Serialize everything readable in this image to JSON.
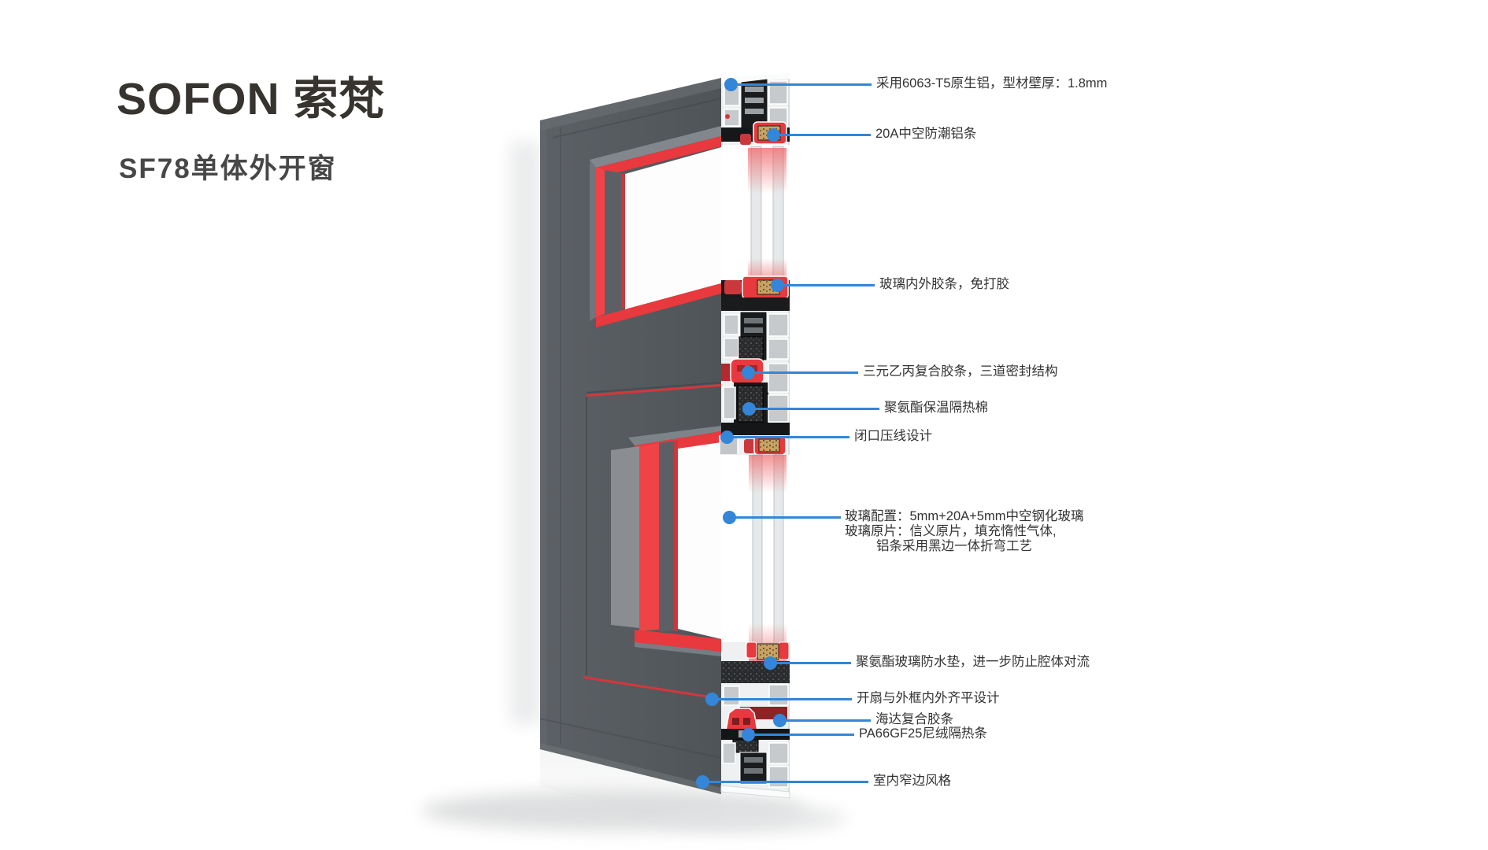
{
  "brand": {
    "logo": "SOFON 索梵",
    "product_title": "SF78单体外开窗"
  },
  "colors": {
    "callout_blue": "#3386d8",
    "frame_gray": "#565b60",
    "gasket_red": "#e8393e",
    "aluminum_gray": "#c6cacd",
    "insulation_gold": "#c8a263"
  },
  "callouts": [
    {
      "id": "aluminum-material",
      "label": "采用6063-T5原生铝，型材壁厚：1.8mm"
    },
    {
      "id": "spacer-bar",
      "label": "20A中空防潮铝条"
    },
    {
      "id": "glazing-gaskets",
      "label": "玻璃内外胶条，免打胶"
    },
    {
      "id": "epdm-seals",
      "label": "三元乙丙复合胶条，三道密封结构"
    },
    {
      "id": "pu-insulation-foam",
      "label": "聚氨酯保温隔热棉"
    },
    {
      "id": "closed-bead-design",
      "label": "闭口压线设计"
    },
    {
      "id": "glass-config",
      "lines": [
        "玻璃配置：5mm+20A+5mm中空钢化玻璃",
        "玻璃原片：信义原片，填充惰性气体,",
        "铝条采用黑边一体折弯工艺"
      ]
    },
    {
      "id": "pu-waterproof-pad",
      "label": "聚氨酯玻璃防水垫，进一步防止腔体对流"
    },
    {
      "id": "flush-design",
      "label": "开扇与外框内外齐平设计"
    },
    {
      "id": "haida-gasket",
      "label": "海达复合胶条"
    },
    {
      "id": "pa66-thermal-strip",
      "label": "PA66GF25尼绒隔热条"
    },
    {
      "id": "narrow-interior-style",
      "label": "室内窄边风格"
    }
  ]
}
